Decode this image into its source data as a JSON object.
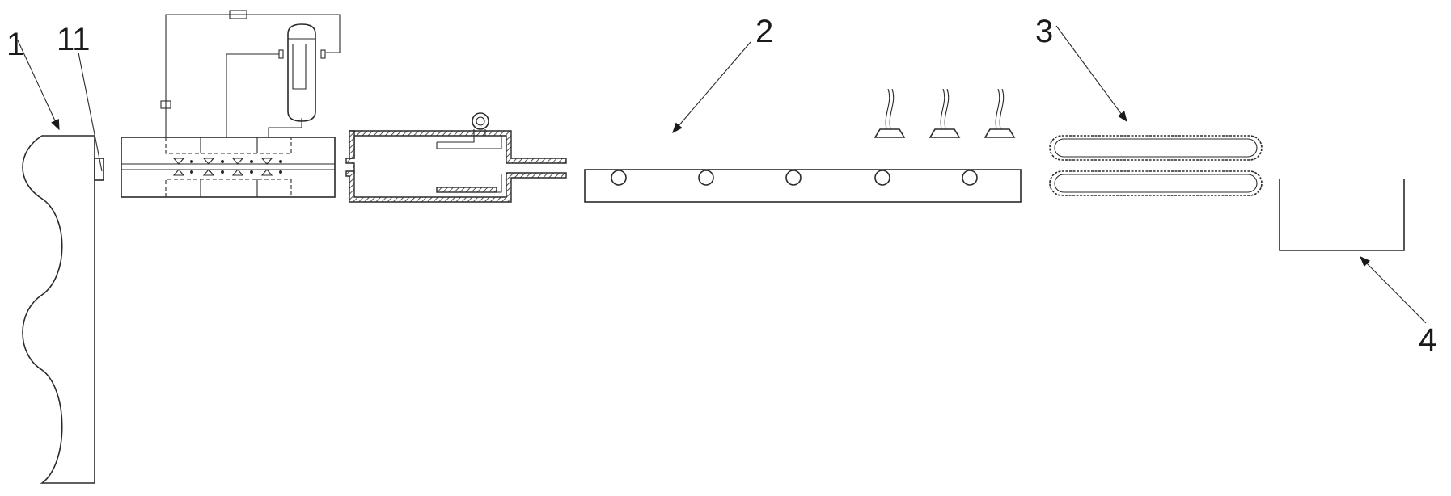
{
  "labels": {
    "l1": "1",
    "l11": "11",
    "l2": "2",
    "l3": "3",
    "l4": "4"
  },
  "colors": {
    "line": "#2a2a2a",
    "text": "#1a1a1a"
  }
}
